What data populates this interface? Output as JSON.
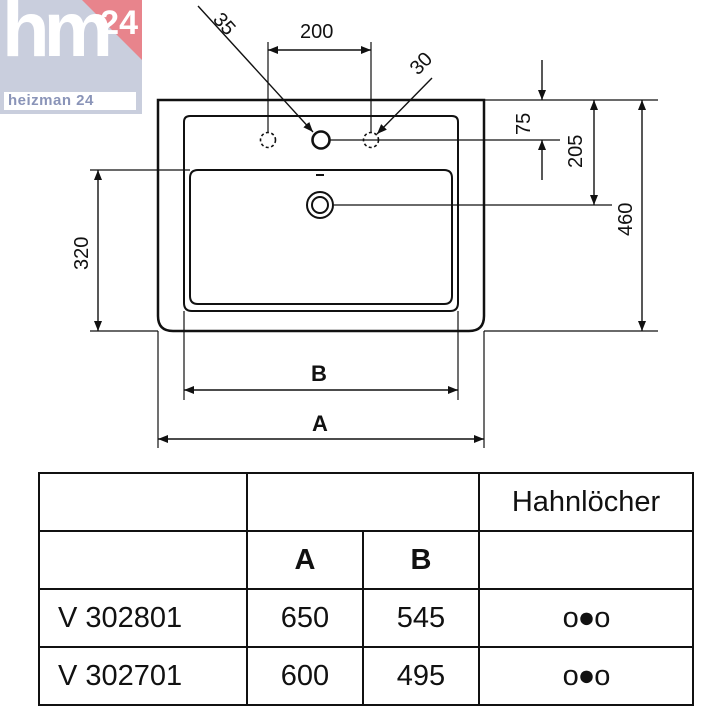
{
  "logo": {
    "mark": "hm",
    "number": "24",
    "subtitle": "heizman 24"
  },
  "drawing": {
    "dimensions": {
      "hole_diameter_main": "35",
      "hole_diameter_side": "30",
      "hole_spacing": "200",
      "hole_to_edge": "75",
      "drain_to_edge": "205",
      "total_depth": "460",
      "bowl_depth": "320"
    },
    "labels": {
      "inner_width": "B",
      "outer_width": "A"
    }
  },
  "table": {
    "header_row1": [
      "",
      "",
      "Hahnlöcher"
    ],
    "header_row2": [
      "",
      "A",
      "B",
      ""
    ],
    "rows": [
      {
        "model": "V 302801",
        "a": "650",
        "b": "545",
        "holes": "o●o"
      },
      {
        "model": "V 302701",
        "a": "600",
        "b": "495",
        "holes": "o●o"
      }
    ]
  }
}
